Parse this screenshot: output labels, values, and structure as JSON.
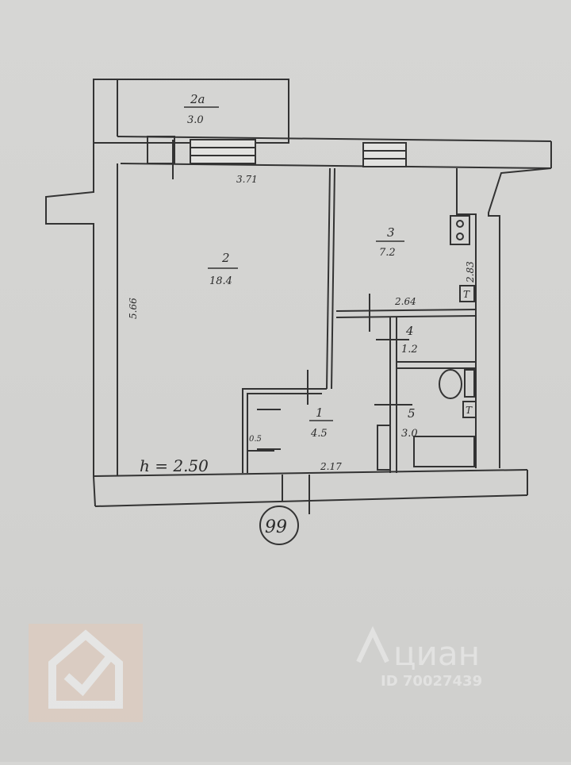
{
  "plan": {
    "rooms": [
      {
        "id": "2a",
        "number": "2а",
        "area": "3.0"
      },
      {
        "id": "2",
        "number": "2",
        "area": "18.4"
      },
      {
        "id": "3",
        "number": "3",
        "area": "7.2"
      },
      {
        "id": "4",
        "number": "4",
        "area": "1.2"
      },
      {
        "id": "1",
        "number": "1",
        "area": "4.5"
      },
      {
        "id": "5",
        "number": "5",
        "area": "3.0"
      }
    ],
    "dimensions": {
      "top_width": "3.71",
      "left_height": "5.66",
      "right_height": "2.83",
      "kitchen_width": "2.64",
      "hall_width": "2.17",
      "closet_width": "0.5"
    },
    "ceiling_height": "h = 2.50",
    "apartment_number": "99",
    "fixture_t_label": "Т"
  },
  "watermark": {
    "brand": "циан",
    "id": "ID 70027439"
  }
}
